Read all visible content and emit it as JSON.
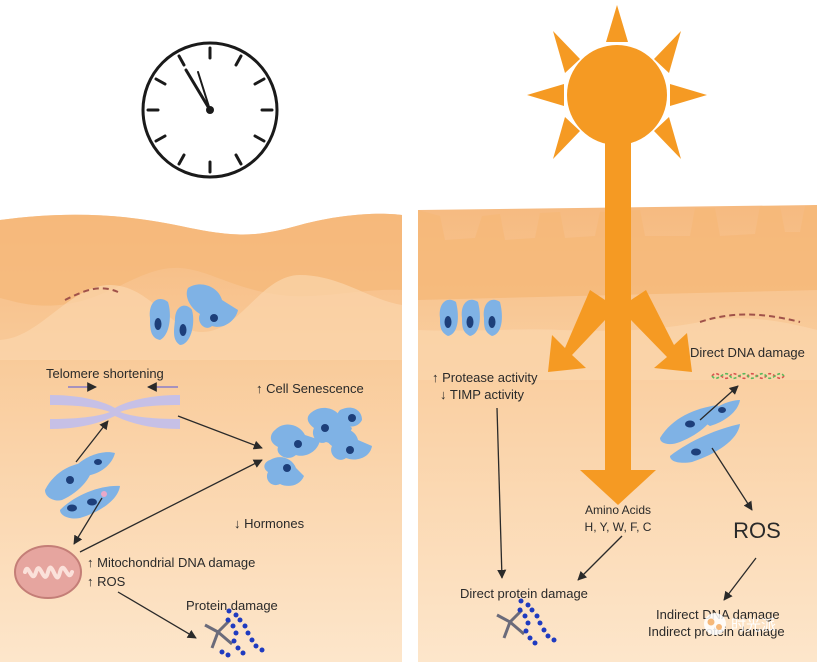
{
  "left_panel": {
    "telomere_label": "Telomere shortening",
    "cell_senescence_label": "↑ Cell Senescence",
    "hormones_label": "↓ Hormones",
    "mito_dna_label": "↑ Mitochondrial DNA damage",
    "ros_label": "↑ ROS",
    "protein_damage_label": "Protein damage"
  },
  "right_panel": {
    "protease_label": "↑ Protease activity",
    "timp_label": "↓ TIMP activity",
    "direct_dna_label": "Direct DNA damage",
    "amino_acids_label": "Amino Acids",
    "amino_acids_list": "H, Y, W, F, C",
    "ros_big_label": "ROS",
    "direct_protein_label": "Direct protein damage",
    "indirect_dna_label": "Indirect DNA damage",
    "indirect_protein_label": "Indirect protein damage"
  },
  "watermark": {
    "text": "时光派"
  },
  "colors": {
    "skin_light": "#fde2c4",
    "skin_dark": "#f5b67a",
    "sun_orange": "#f59a23",
    "cell_blue": "#7fb2e5",
    "dashed_red": "#a0524a"
  }
}
